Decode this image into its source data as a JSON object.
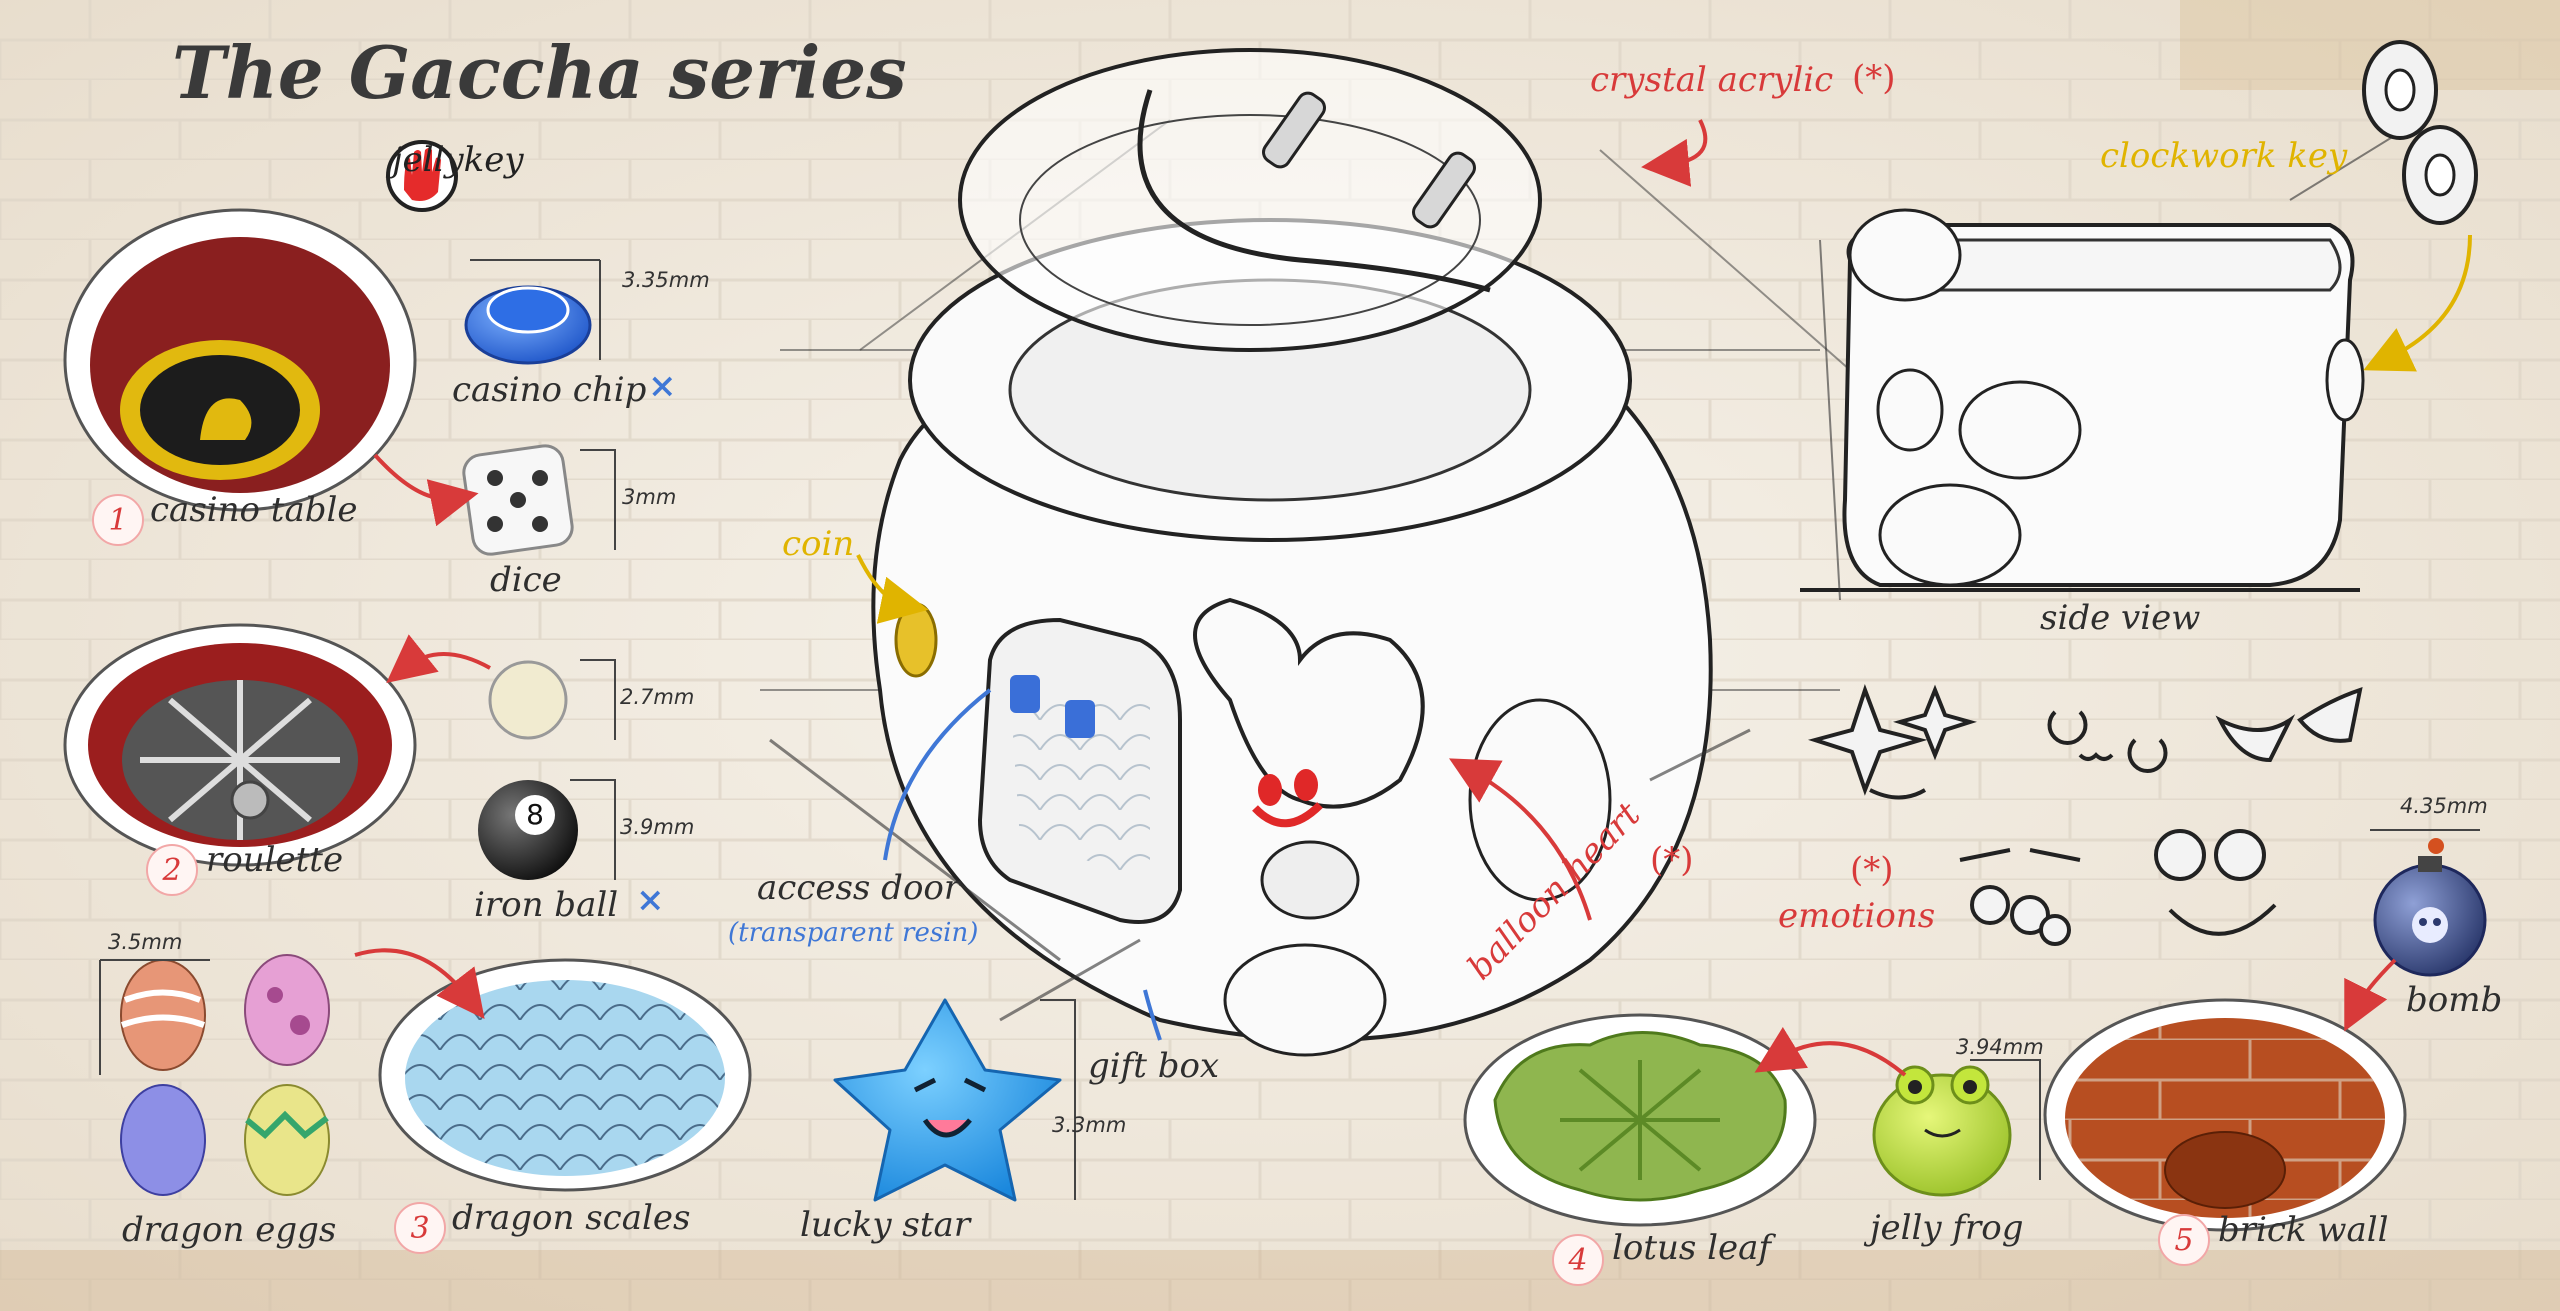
{
  "title": "The Gaccha series",
  "brand": "jellykey",
  "colors": {
    "paper": "#efe8dc",
    "accent_red": "#d83a3a",
    "accent_yellow": "#e0b400",
    "accent_blue": "#3f77d6",
    "ink": "#2e2e2e"
  },
  "sections": [
    {
      "number": "1",
      "name": "casino table",
      "items": [
        {
          "name": "casino chip",
          "size": "3.35mm",
          "mark": "×"
        },
        {
          "name": "dice",
          "size": "3mm"
        }
      ]
    },
    {
      "number": "2",
      "name": "roulette",
      "items": [
        {
          "name": "",
          "size": "2.7mm"
        },
        {
          "name": "iron ball",
          "size": "3.9mm",
          "mark": "×"
        }
      ]
    },
    {
      "number": "3",
      "name": "dragon scales",
      "items": [
        {
          "name": "dragon eggs",
          "size": "3.5mm"
        }
      ]
    },
    {
      "number": "4",
      "name": "lotus leaf",
      "items": [
        {
          "name": "jelly frog",
          "size": "3.94mm"
        }
      ]
    },
    {
      "number": "5",
      "name": "brick wall",
      "items": [
        {
          "name": "bomb",
          "size": "4.35mm"
        }
      ]
    }
  ],
  "machine_callouts": {
    "crystal_acrylic": "crystal acrylic",
    "crystal_mark": "(*)",
    "coin": "coin",
    "access_door": "access door",
    "access_door_note": "(transparent resin)",
    "gift_box": "gift box",
    "balloon_heart": "balloon heart",
    "balloon_mark": "(*)"
  },
  "lucky_star": {
    "name": "lucky star",
    "size": "3.3mm"
  },
  "side_view": {
    "label": "side view",
    "clockwork_key": "clockwork key"
  },
  "emotions": {
    "label": "emotions",
    "mark": "(*)"
  }
}
